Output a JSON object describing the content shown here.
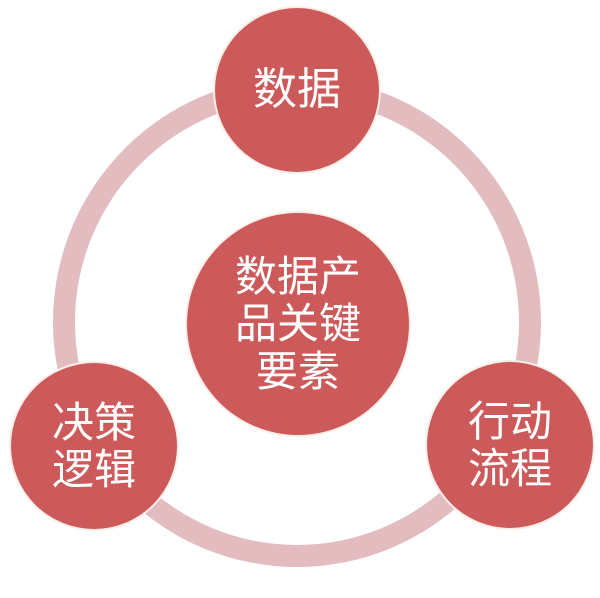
{
  "diagram": {
    "type": "cycle",
    "colors": {
      "node_fill": "#cd5a5a",
      "node_text": "#ffffff",
      "ring": "#e2bcbf",
      "background": "#ffffff"
    },
    "center": {
      "lines": [
        "数据产",
        "品关键",
        "要素"
      ]
    },
    "nodes": [
      {
        "position": "top",
        "lines": [
          "数据"
        ]
      },
      {
        "position": "bottom-left",
        "lines": [
          "决策",
          "逻辑"
        ]
      },
      {
        "position": "bottom-right",
        "lines": [
          "行动",
          "流程"
        ]
      }
    ]
  }
}
